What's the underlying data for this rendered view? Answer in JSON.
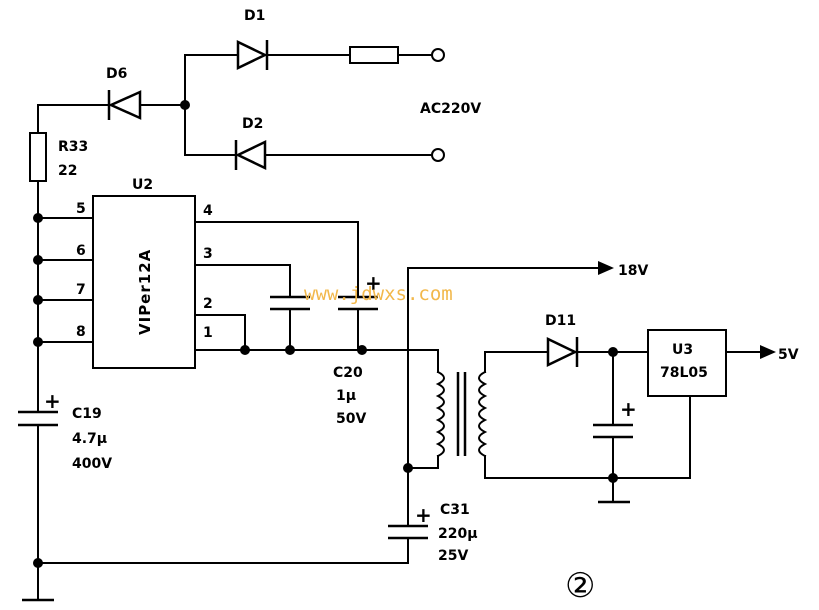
{
  "labels": {
    "d1": "D1",
    "d2": "D2",
    "d6": "D6",
    "d11": "D11",
    "ac": "AC220V",
    "r33_name": "R33",
    "r33_value": "22",
    "u2": "U2",
    "u2_part": "VIPer12A",
    "pin5": "5",
    "pin6": "6",
    "pin7": "7",
    "pin8": "8",
    "pin4": "4",
    "pin3": "3",
    "pin2": "2",
    "pin1": "1",
    "c20_name": "C20",
    "c20_cap": "1μ",
    "c20_volt": "50V",
    "c19_name": "C19",
    "c19_cap": "4.7μ",
    "c19_volt": "400V",
    "c31_name": "C31",
    "c31_cap": "220μ",
    "c31_volt": "25V",
    "u3": "U3",
    "u3_part": "78L05",
    "out18": "18V",
    "out5": "5V",
    "plus": "+",
    "watermark": "www.jdwxs.com",
    "figure_number": "②"
  }
}
